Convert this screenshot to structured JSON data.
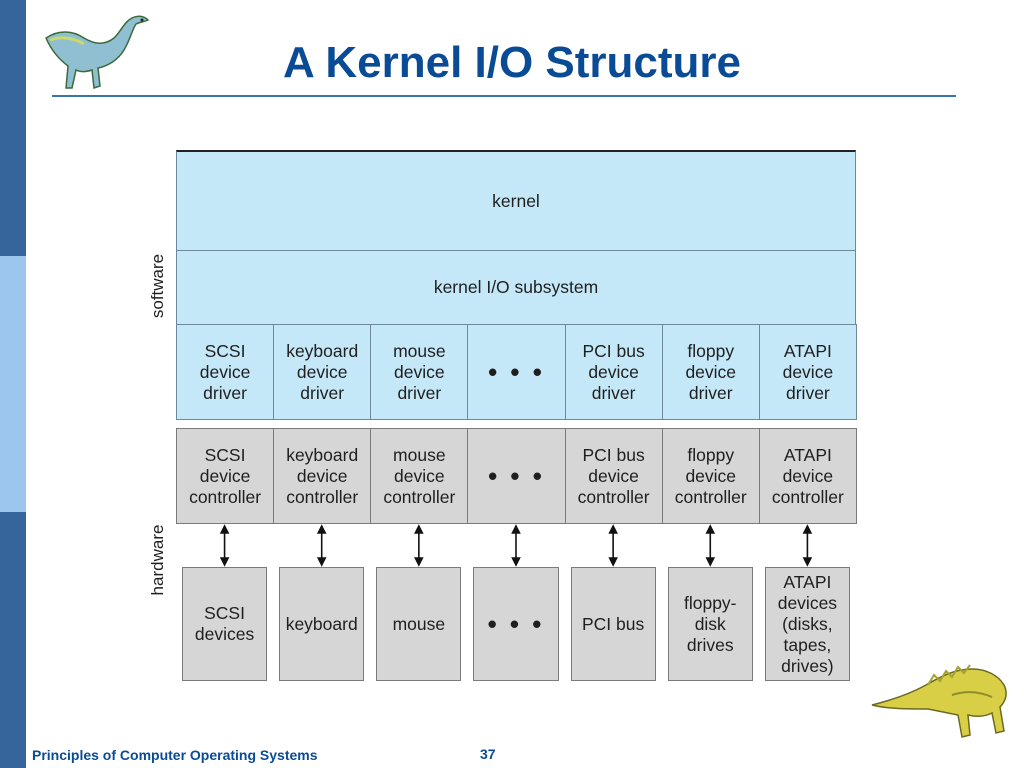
{
  "slide": {
    "title": "A Kernel I/O Structure",
    "footer": "Principles of Computer Operating Systems",
    "page_number": "37"
  },
  "diagram": {
    "side_labels": {
      "software": "software",
      "hardware": "hardware"
    },
    "kernel": "kernel",
    "subsystem": "kernel I/O subsystem",
    "drivers": [
      "SCSI\ndevice\ndriver",
      "keyboard\ndevice\ndriver",
      "mouse\ndevice\ndriver",
      "• • •",
      "PCI bus\ndevice\ndriver",
      "floppy\ndevice\ndriver",
      "ATAPI\ndevice\ndriver"
    ],
    "controllers": [
      "SCSI\ndevice\ncontroller",
      "keyboard\ndevice\ncontroller",
      "mouse\ndevice\ncontroller",
      "• • •",
      "PCI bus\ndevice\ncontroller",
      "floppy\ndevice\ncontroller",
      "ATAPI\ndevice\ncontroller"
    ],
    "devices": [
      "SCSI\ndevices",
      "keyboard",
      "mouse",
      "• • •",
      "PCI bus",
      "floppy-\ndisk\ndrives",
      "ATAPI\ndevices\n(disks,\ntapes,\ndrives)"
    ]
  },
  "colors": {
    "title": "#0a4b96",
    "software_fill": "#c5e8f8",
    "hardware_fill": "#d6d6d6",
    "bar_dark": "#35659a",
    "bar_light": "#9cc6ee"
  },
  "icons": [
    "dinosaur-top-icon",
    "dinosaur-bottom-icon"
  ]
}
